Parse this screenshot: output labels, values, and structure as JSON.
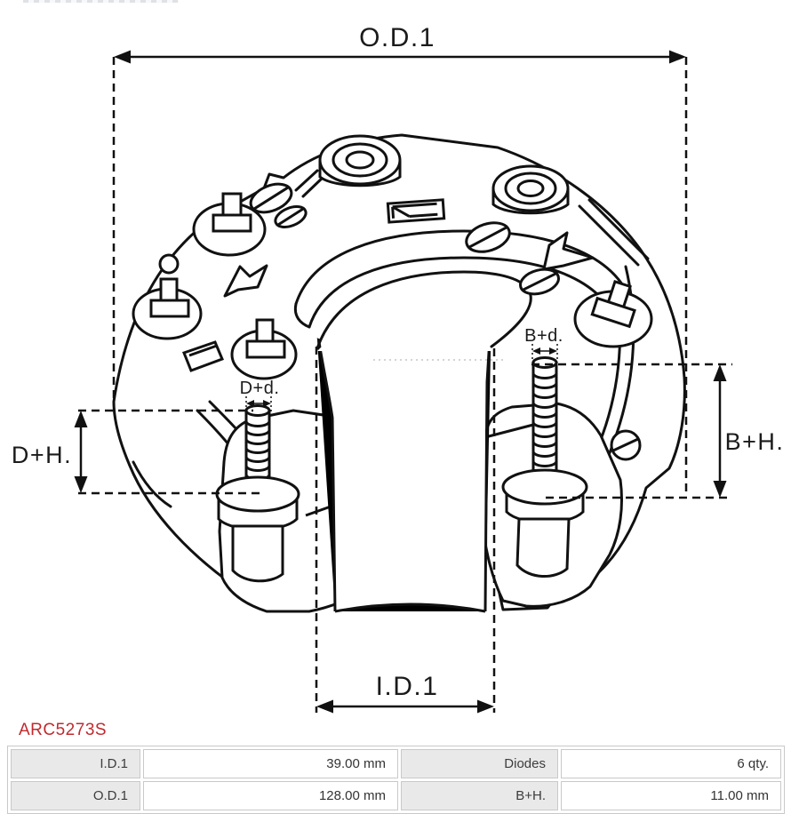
{
  "part_number": "ARC5273S",
  "colors": {
    "part_number_red": "#bf2a2f",
    "drawing_line": "#111111",
    "table_label_bg": "#e9e9e9",
    "table_border": "#c9c9c9"
  },
  "annotations": {
    "od1": "O.D.1",
    "id1": "I.D.1",
    "dh": "D+H.",
    "bh": "B+H.",
    "dd": "D+d.",
    "bd": "B+d."
  },
  "table": {
    "rows": [
      {
        "cells": [
          {
            "label": "I.D.1",
            "value": "39.00 mm"
          },
          {
            "label": "Diodes",
            "value": "6 qty."
          }
        ]
      },
      {
        "cells": [
          {
            "label": "O.D.1",
            "value": "128.00 mm"
          },
          {
            "label": "B+H.",
            "value": "11.00 mm"
          }
        ]
      }
    ]
  }
}
